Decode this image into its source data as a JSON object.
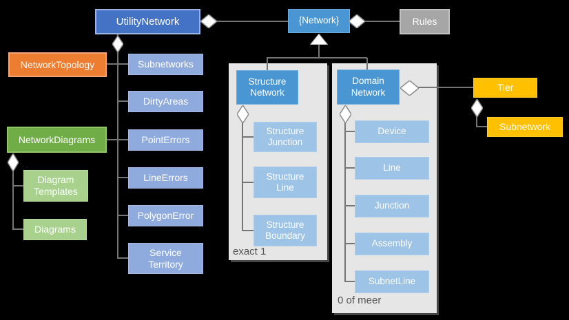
{
  "diagram": {
    "background": "#000000",
    "top_row": {
      "utility_network": "UtilityNetwork",
      "network": "{Network}",
      "rules": "Rules"
    },
    "left_branch": {
      "network_topology": "NetworkTopology",
      "network_diagrams": "NetworkDiagrams",
      "diagram_children": [
        {
          "label": "Diagram Templates"
        },
        {
          "label": "Diagrams"
        }
      ]
    },
    "utility_children": [
      {
        "label": "Subnetworks"
      },
      {
        "label": "DirtyAreas"
      },
      {
        "label": "PointErrors"
      },
      {
        "label": "LineErrors"
      },
      {
        "label": "PolygonError"
      },
      {
        "label": "Service Territory"
      }
    ],
    "structure_network": {
      "header": "Structure Network",
      "children": [
        {
          "label": "Structure Junction"
        },
        {
          "label": "Structure Line"
        },
        {
          "label": "Structure Boundary"
        }
      ],
      "note": "exact 1"
    },
    "domain_network": {
      "header": "Domain Network",
      "children": [
        {
          "label": "Device"
        },
        {
          "label": "Line"
        },
        {
          "label": "Junction"
        },
        {
          "label": "Assembly"
        },
        {
          "label": "SubnetLine"
        }
      ],
      "note": "0 of meer"
    },
    "right_branch": {
      "tier": "Tier",
      "subnetwork": "Subnetwork"
    },
    "colors": {
      "primary_blue": "#4472c4",
      "medium_blue": "#4a96d2",
      "light_blue": "#9dc3e6",
      "periwinkle": "#8faadc",
      "orange": "#ed7d31",
      "green": "#70ad47",
      "light_green": "#a9d18e",
      "gray": "#a6a6a6",
      "gold": "#ffc000",
      "panel_gray": "#e7e6e6",
      "connector_gray": "#757575"
    }
  }
}
